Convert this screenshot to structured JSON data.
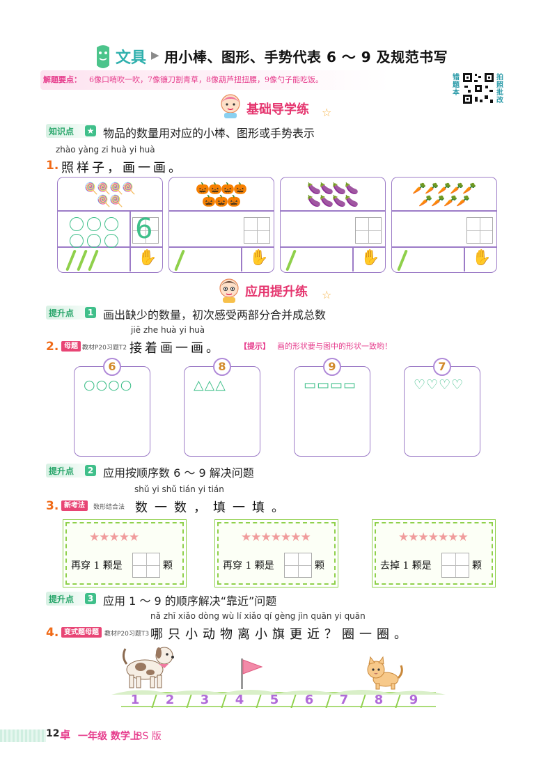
{
  "header": {
    "section_name": "文具",
    "title": "用小棒、图形、手势代表 6 ～ 9 及规范书写",
    "tips_label": "解题要点：",
    "tips_text": "6像口哨吹一吹，7像镰刀割青草，8像葫芦扭扭腰，9像勺子能吃饭。",
    "qr_left": "错题本",
    "qr_right": "拍照批改"
  },
  "section1": {
    "banner": "基础导学练",
    "kp_label": "知识点",
    "kp_num": "★",
    "kp_text": "物品的数量用对应的小棒、图形或手势表示",
    "q1": {
      "number": "1.",
      "pinyin": "zhào yàng  zi    huà  yi  huà",
      "text": "照样子，画一画。",
      "example_digit": "6",
      "boxes": [
        {
          "item_icon": "lollipop-icon",
          "item_glyph": "🍭",
          "count": 6
        },
        {
          "item_icon": "pumpkin-icon",
          "item_glyph": "🎃",
          "count": 7
        },
        {
          "item_icon": "eggplant-icon",
          "item_glyph": "🍆",
          "count": 8
        },
        {
          "item_icon": "carrot-icon",
          "item_glyph": "🥕",
          "count": 9
        }
      ]
    }
  },
  "section2": {
    "banner": "应用提升练",
    "kp1": {
      "label": "提升点",
      "num": "1",
      "text": "画出缺少的数量，初次感受两部分合并成总数"
    },
    "q2": {
      "number": "2.",
      "badge": "母题",
      "source": "教材P20习题T2",
      "pinyin": "jiē  zhe  huà  yi   huà",
      "text": "接着画一画。",
      "hint_label": "【提示】",
      "hint_text": "画的形状要与图中的形状一致哟！",
      "boxes": [
        {
          "number": "6",
          "shapes": "○○○○",
          "shape_icon": "circle-icon"
        },
        {
          "number": "8",
          "shapes": "△△△",
          "shape_icon": "triangle-icon"
        },
        {
          "number": "9",
          "shapes": "▭▭▭▭",
          "shape_icon": "rectangle-icon"
        },
        {
          "number": "7",
          "shapes": "♡♡♡♡",
          "shape_icon": "heart-icon"
        }
      ]
    },
    "kp2": {
      "label": "提升点",
      "num": "2",
      "text": "应用按顺序数 6 ～ 9 解决问题"
    },
    "q3": {
      "number": "3.",
      "badge": "新考法",
      "source": "数形结合法",
      "pinyin": "shǔ  yi  shǔ       tián  yi  tián",
      "text": "数一数，填一填。",
      "cards": [
        {
          "stars": "★★★★★",
          "prefix": "再穿 1 颗是",
          "suffix": "颗"
        },
        {
          "stars": "★★★★★★★",
          "prefix": "再穿 1 颗是",
          "suffix": "颗"
        },
        {
          "stars": "★★★★★★★",
          "prefix": "去掉 1 颗是",
          "suffix": "颗"
        }
      ]
    },
    "kp3": {
      "label": "提升点",
      "num": "3",
      "text": "应用 1 ～ 9 的顺序解决“靠近”问题"
    },
    "q4": {
      "number": "4.",
      "badge": "变式题母题",
      "source": "教材P20习题T3",
      "pinyin": "nǎ  zhī  xiǎo  dòng  wù    lí    xiǎo   qí   gèng   jìn     quān  yi  quān",
      "text": "哪只小动物离小旗更近？圈一圈。",
      "numbers": [
        "1",
        "2",
        "3",
        "4",
        "5",
        "6",
        "7",
        "8",
        "9"
      ]
    }
  },
  "footer": {
    "page_number": "12",
    "logo": "卓",
    "grade": "一年级 数学上",
    "edition": "BS 版"
  }
}
